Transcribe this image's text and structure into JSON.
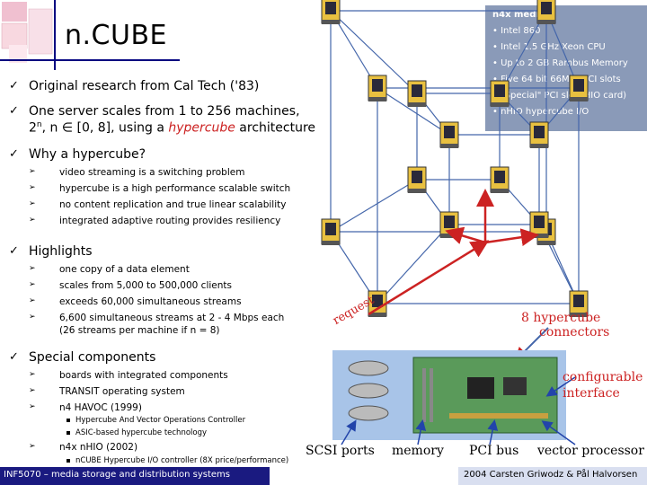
{
  "title": "n.CUBE",
  "bullets": [
    {
      "text": "Original research from Cal Tech ('83)"
    },
    {
      "text_a": "One server scales from 1 to 256 machines,",
      "text_b1": "2",
      "text_b_sup": "n",
      "text_b2": ", n ∈ [0, 8], using a ",
      "text_b_italic": "hypercube",
      "text_b3": " architecture"
    },
    {
      "text": "Why a hypercube?"
    },
    {
      "text": "Highlights"
    },
    {
      "text": "Special components"
    }
  ],
  "why": [
    "video streaming is a switching problem",
    "hypercube is a high performance scalable switch",
    "no content replication and true linear scalability",
    "integrated adaptive routing provides resiliency"
  ],
  "highlights": [
    "one copy of a data element",
    "scales from 5,000 to 500,000 clients",
    "exceeds 60,000 simultaneous streams",
    "6,600 simultaneous streams at 2 - 4 Mbps each",
    "(26 streams per machine if n = 8)"
  ],
  "special": [
    "boards with integrated components",
    "TRANSIT operating system",
    "n4 HAVOC (1999)",
    "n4x nHIO (2002)"
  ],
  "havoc_sub": [
    "Hypercube And Vector Operations Controller",
    "ASIC-based hypercube technology"
  ],
  "nhio_sub": [
    "nCUBE Hypercube I/O controller (8X price/performance)"
  ],
  "spec_box": {
    "header": "n4x media h",
    "lines": [
      "• Intel 860",
      "• Intel 1.5 GHz Xeon CPU",
      "• Up to 2 GB Rambus Memory",
      "• Five 64 bit 66Mhz PCI slots",
      "• \"Special\" PCI slot (HIO card)",
      "• nHIO hypercube I/O"
    ]
  },
  "labels": {
    "request": "request",
    "connectors_1": "8 hypercube",
    "connectors_2": "connectors",
    "config_1": "configurable",
    "config_2": "interface",
    "scsi": "SCSI ports",
    "memory": "memory",
    "pci": "PCI bus",
    "vector": "vector processor"
  },
  "footer": {
    "left": "INF5070 – media storage and distribution systems",
    "right": "2004  Carsten Griwodz & Pål Halvorsen"
  },
  "colors": {
    "accent": "#000080",
    "red": "#cc2222",
    "spec_bg": "#8a9ab8",
    "board": "#5a9a5a",
    "board_bg": "#a8c4e8"
  }
}
